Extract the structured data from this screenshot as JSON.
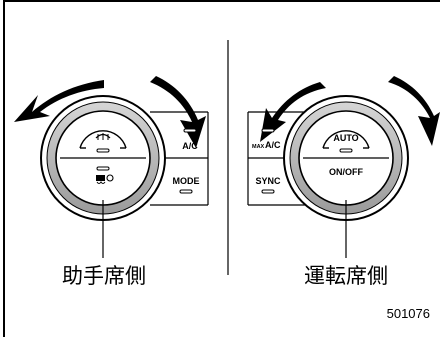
{
  "left_panel": {
    "caption": "助手席側",
    "buttons": {
      "ac": "A/C",
      "mode": "MODE"
    },
    "icons": {
      "top": "front-defroster-icon",
      "bottom": "fresh-air-mode-icon"
    }
  },
  "right_panel": {
    "caption": "運転席側",
    "buttons": {
      "max_prefix": "MAX",
      "max_ac": "A/C",
      "sync": "SYNC",
      "auto": "AUTO",
      "on_off": "ON/OFF"
    }
  },
  "figure_number": "501076"
}
